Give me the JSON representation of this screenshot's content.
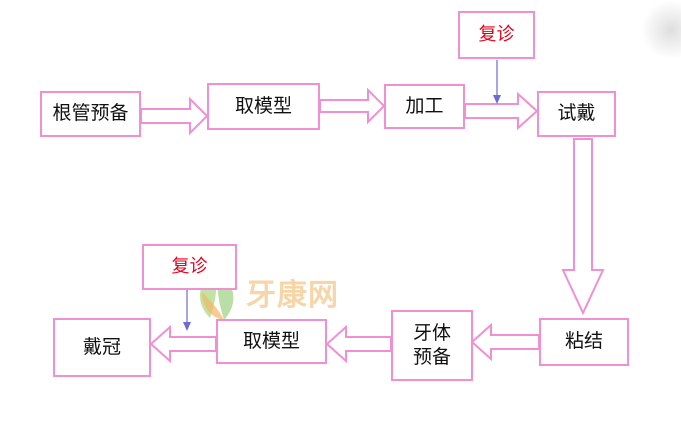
{
  "steps": {
    "root_canal_prep": "根管预备",
    "impression_1": "取模型",
    "processing": "加工",
    "revisit_1": "复诊",
    "try_in": "试戴",
    "bonding": "粘结",
    "tooth_prep": "牙体\n预备",
    "impression_2": "取模型",
    "revisit_2": "复诊",
    "crown_fitting": "戴冠"
  },
  "watermark": {
    "text": "牙康网"
  },
  "colors": {
    "box_border": "#f08fd2",
    "arrow_stroke": "#f08fd2",
    "revisit_text": "#e3001b",
    "connector": "#6b6bd6"
  }
}
